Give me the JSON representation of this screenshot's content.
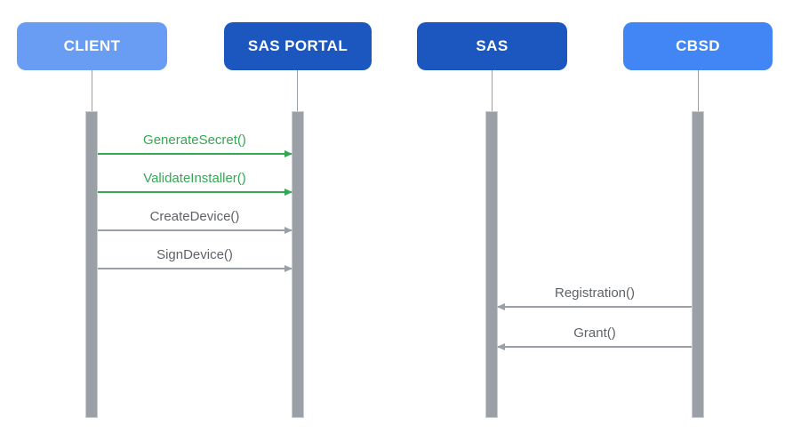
{
  "diagram": {
    "type": "sequence",
    "actors": [
      {
        "id": "client",
        "label": "CLIENT",
        "color": "#699CF3",
        "text_color": "#FFFFFF"
      },
      {
        "id": "sas-portal",
        "label": "SAS PORTAL",
        "color": "#1B57BE",
        "text_color": "#FFFFFF"
      },
      {
        "id": "sas",
        "label": "SAS",
        "color": "#1B57BE",
        "text_color": "#FFFFFF"
      },
      {
        "id": "cbsd",
        "label": "CBSD",
        "color": "#4285F4",
        "text_color": "#FFFFFF"
      }
    ],
    "messages": [
      {
        "label": "GenerateSecret()",
        "from": "client",
        "to": "sas-portal",
        "direction": "right",
        "text_color": "#34A853",
        "line_color": "#34A853"
      },
      {
        "label": "ValidateInstaller()",
        "from": "client",
        "to": "sas-portal",
        "direction": "right",
        "text_color": "#34A853",
        "line_color": "#34A853"
      },
      {
        "label": "CreateDevice()",
        "from": "client",
        "to": "sas-portal",
        "direction": "right",
        "text_color": "#5F6368",
        "line_color": "#9AA0A6"
      },
      {
        "label": "SignDevice()",
        "from": "client",
        "to": "sas-portal",
        "direction": "right",
        "text_color": "#5F6368",
        "line_color": "#9AA0A6"
      },
      {
        "label": "Registration()",
        "from": "cbsd",
        "to": "sas",
        "direction": "left",
        "text_color": "#5F6368",
        "line_color": "#9AA0A6"
      },
      {
        "label": "Grant()",
        "from": "cbsd",
        "to": "sas",
        "direction": "left",
        "text_color": "#5F6368",
        "line_color": "#9AA0A6"
      }
    ],
    "colors": {
      "actor_light_blue": "#699CF3",
      "actor_dark_blue": "#1B57BE",
      "actor_medium_blue": "#4285F4",
      "message_green": "#34A853",
      "message_gray_text": "#5F6368",
      "arrow_gray": "#9AA0A6",
      "activation_bar": "#9AA0A6",
      "lifeline": "#9AA0A6",
      "background": "#FFFFFF"
    }
  }
}
